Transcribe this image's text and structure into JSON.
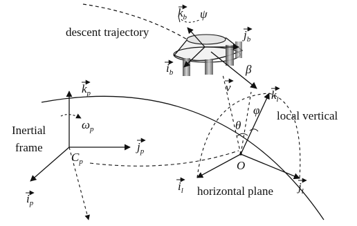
{
  "labels": {
    "descent_trajectory": "descent trajectory",
    "local_vertical": "local vertical",
    "inertial_frame_1": "Inertial",
    "inertial_frame_2": "frame",
    "horizontal_plane": "horizontal plane",
    "origin": "O",
    "cp_main": "C",
    "cp_sub": "p",
    "vectors": {
      "k_b": {
        "base": "k",
        "sub": "b"
      },
      "j_b": {
        "base": "j",
        "sub": "b"
      },
      "i_b": {
        "base": "i",
        "sub": "b"
      },
      "v": {
        "base": "v",
        "sub": ""
      },
      "k_l": {
        "base": "k",
        "sub": "l"
      },
      "k_p": {
        "base": "k",
        "sub": "p"
      },
      "j_p": {
        "base": "j",
        "sub": "p"
      },
      "i_p": {
        "base": "i",
        "sub": "p"
      },
      "i_l": {
        "base": "i",
        "sub": "l"
      },
      "j_l": {
        "base": "j",
        "sub": "l"
      }
    },
    "angles": {
      "psi": "ψ",
      "beta": "β",
      "theta": "θ",
      "phi": "φ",
      "omega": "ω",
      "omega_sub": "p"
    }
  },
  "colors": {
    "line": "#111111",
    "capsule_light": "#d9d9d9",
    "capsule_dark": "#6e6e6e"
  }
}
